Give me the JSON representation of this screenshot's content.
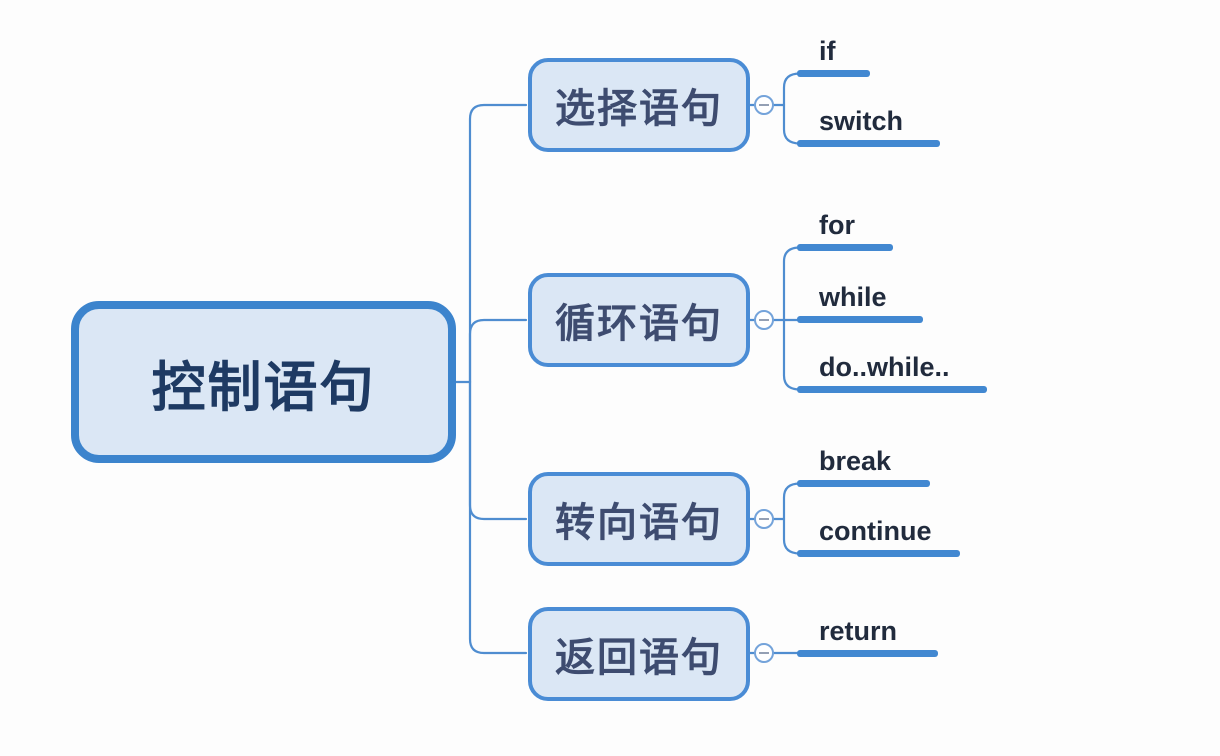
{
  "mindmap": {
    "root": {
      "label": "控制语句"
    },
    "branches": [
      {
        "label": "选择语句",
        "children": [
          {
            "label": "if"
          },
          {
            "label": "switch"
          }
        ]
      },
      {
        "label": "循环语句",
        "children": [
          {
            "label": "for"
          },
          {
            "label": "while"
          },
          {
            "label": "do..while.."
          }
        ]
      },
      {
        "label": "转向语句",
        "children": [
          {
            "label": "break"
          },
          {
            "label": "continue"
          }
        ]
      },
      {
        "label": "返回语句",
        "children": [
          {
            "label": "return"
          }
        ]
      }
    ],
    "icons": {
      "collapse_icon": "minus-circle"
    },
    "colors": {
      "node_fill": "#dbe7f5",
      "root_border": "#3c84cd",
      "branch_border": "#4a8cd5",
      "connector_line": "#4f8dd0",
      "leaf_underline": "#4288d1",
      "root_text": "#1e3a63",
      "branch_text": "#3e4c70",
      "leaf_text": "#212b3d"
    }
  }
}
